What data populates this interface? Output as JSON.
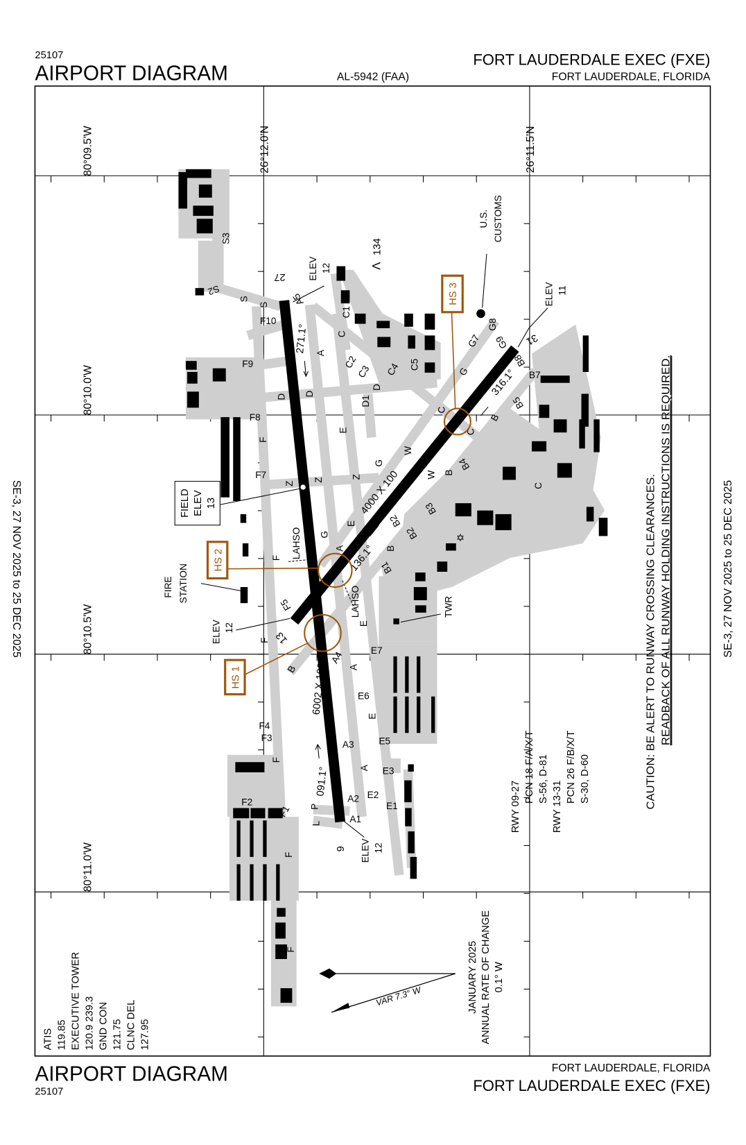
{
  "header": {
    "chart_number": "25107",
    "title": "AIRPORT DIAGRAM",
    "al_number": "AL-5942 (FAA)",
    "airport_name": "FORT LAUDERDALE EXEC (FXE)",
    "city_state": "FORT LAUDERDALE, FLORIDA"
  },
  "footer": {
    "title": "AIRPORT DIAGRAM",
    "chart_number": "25107",
    "city_state": "FORT LAUDERDALE, FLORIDA",
    "airport_name": "FORT LAUDERDALE EXEC (FXE)"
  },
  "effective_dates": "SE-3,  27 NOV 2025  to  25 DEC 2025",
  "grid": {
    "latitudes": [
      "26°12.0'N",
      "26°11.5'N"
    ],
    "longitudes": [
      "80°09.5'W",
      "80°10.0'W",
      "80°10.5'W",
      "80°11.0'W"
    ]
  },
  "communications": [
    "ATIS",
    "119.85",
    "EXECUTIVE TOWER",
    "120.9 239.3",
    "GND CON",
    "121.75",
    "CLNC DEL",
    "127.95"
  ],
  "magnetic_variation": {
    "label": "VAR 7.3° W",
    "date_lines": [
      "JANUARY 2025",
      "ANNUAL RATE OF CHANGE",
      "0.1° W"
    ]
  },
  "runway_data": [
    "RWY 09-27",
    "PCN 18 F/A/X/T",
    "S-56, D-81",
    "RWY 13-31",
    "PCN 26 F/B/X/T",
    "S-30, D-60"
  ],
  "caution": {
    "line1": "CAUTION: BE ALERT TO RUNWAY CROSSING CLEARANCES.",
    "line2": "READBACK OF ALL RUNWAY HOLDING INSTRUCTIONS IS REQUIRED."
  },
  "runways": {
    "rwy_09_27": {
      "dimensions": "6002 X 100",
      "end_9": "9",
      "end_27": "27",
      "heading_9": "091.1°",
      "heading_27": "271.1°"
    },
    "rwy_13_31": {
      "dimensions": "4000 X 100",
      "end_13": "13",
      "end_31": "31",
      "heading_13": "136.1°",
      "heading_31": "316.1°"
    }
  },
  "annotations": {
    "elev": "ELEV",
    "elev_27": "12",
    "elev_31": "11",
    "elev_13": "12",
    "elev_9": "12",
    "field_elev_lines": [
      "FIELD",
      "ELEV",
      "13"
    ],
    "fire_station_lines": [
      "FIRE",
      "STATION"
    ],
    "tower": "TWR",
    "customs_lines": [
      "U.S.",
      "CUSTOMS"
    ],
    "obstacle": "134",
    "lahso": "LAHSO"
  },
  "hot_spots": [
    "HS 1",
    "HS 2",
    "HS 3"
  ],
  "colors": {
    "hot_spot": "#a0560a",
    "pavement": "#cfcfcf",
    "building": "#000000",
    "runway": "#000000"
  },
  "taxiway_labels": [
    "S3",
    "S2",
    "S",
    "S",
    "F10",
    "A5",
    "A",
    "C1",
    "C",
    "C2",
    "C3",
    "C4",
    "C5",
    "D",
    "D",
    "D1",
    "D",
    "E",
    "F9",
    "F8",
    "F",
    "F7",
    "Z",
    "Z",
    "Z",
    "G",
    "W",
    "W",
    "B",
    "B4",
    "B3",
    "B2",
    "B2",
    "B",
    "B1",
    "G",
    "A",
    "E",
    "F",
    "F5",
    "F",
    "E",
    "E7",
    "A4",
    "A",
    "B",
    "E6",
    "E",
    "F4",
    "F3",
    "F",
    "A3",
    "E5",
    "A",
    "E3",
    "A2",
    "E2",
    "F2",
    "E1",
    "P",
    "F1",
    "L",
    "A1",
    "F",
    "F",
    "G",
    "G7",
    "G8",
    "G9",
    "B8",
    "B7",
    "B5",
    "B",
    "C",
    "C",
    "C"
  ]
}
